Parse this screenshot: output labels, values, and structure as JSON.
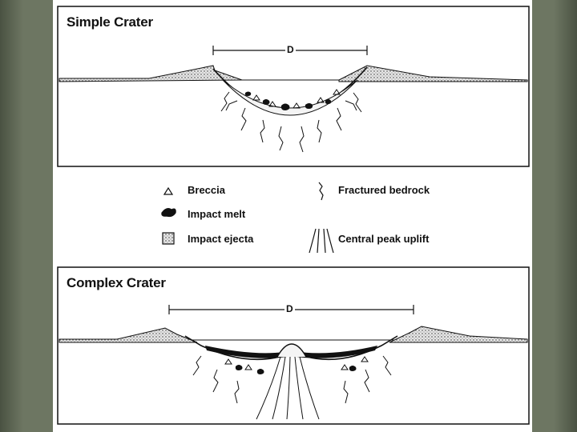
{
  "panels": {
    "simple": {
      "title": "Simple Crater",
      "dimension_label": "D"
    },
    "complex": {
      "title": "Complex Crater",
      "dimension_label": "D"
    }
  },
  "legend": {
    "breccia": "Breccia",
    "impact_melt": "Impact melt",
    "impact_ejecta": "Impact ejecta",
    "fractured_bedrock": "Fractured bedrock",
    "central_peak_uplift": "Central peak uplift"
  },
  "colors": {
    "ink": "#111111",
    "ejecta_fill": "#d9d9d9",
    "slide_background": "#5d6652",
    "sheet": "#ffffff"
  }
}
